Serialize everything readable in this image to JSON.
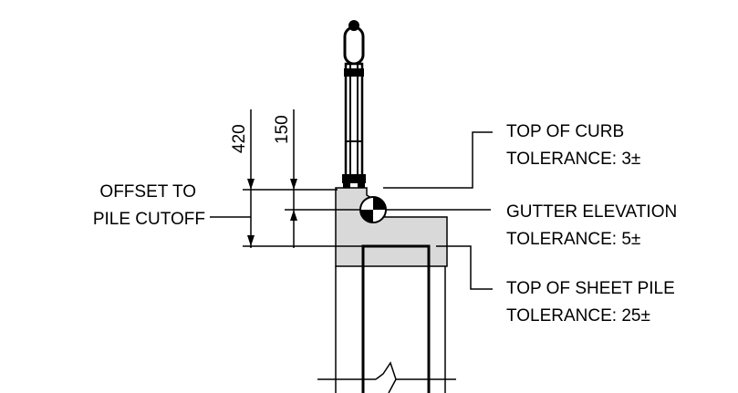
{
  "labels": {
    "offset_line1": "OFFSET TO",
    "offset_line2": "PILE CUTOFF",
    "curb_title": "TOP OF CURB",
    "curb_tolerance": "TOLERANCE: 3±",
    "gutter_title": "GUTTER ELEVATION",
    "gutter_tolerance": "TOLERANCE: 5±",
    "pile_title": "TOP OF SHEET PILE",
    "pile_tolerance": "TOLERANCE: 25±"
  },
  "dimensions": {
    "outer": "420",
    "inner": "150"
  },
  "colors": {
    "line": "#000000",
    "concrete_fill": "#d9d9d9"
  }
}
